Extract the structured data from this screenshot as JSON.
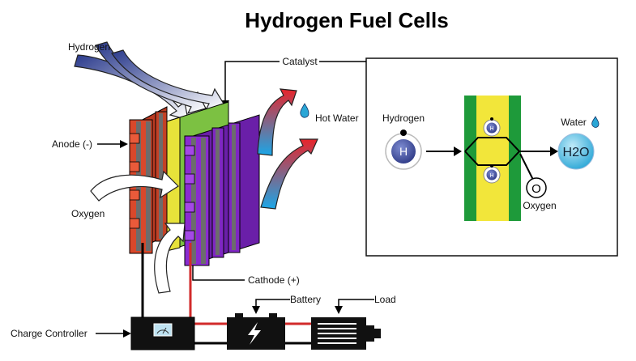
{
  "title": "Hydrogen Fuel Cells",
  "labels": {
    "hydrogen": "Hydrogen",
    "catalyst": "Catalyst",
    "hot_water": "Hot Water",
    "anode": "Anode (-)",
    "oxygen": "Oxygen",
    "cathode": "Cathode (+)",
    "battery": "Battery",
    "load": "Load",
    "charge_controller": "Charge Controller"
  },
  "inset": {
    "hydrogen_label": "Hydrogen",
    "hydrogen_symbol": "H",
    "water_label": "Water",
    "water_symbol": "H2O",
    "oxygen_label": "Oxygen",
    "oxygen_symbol": "O",
    "h_small_1": "H",
    "h_small_2": "H"
  },
  "colors": {
    "anode": "#d9482b",
    "catalyst": "#7cc142",
    "cathode": "#8a2bd1",
    "membrane_green": "#1e9a3a",
    "membrane_yellow": "#f2e63a",
    "hydrogen_ball": "#4a5aa8",
    "water_ball": "#4bbde0",
    "wire_red": "#d22a2a"
  }
}
